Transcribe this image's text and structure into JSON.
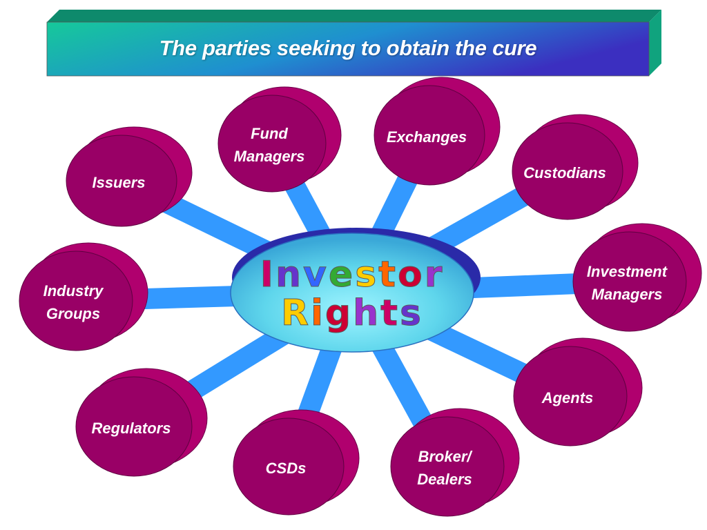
{
  "title": "The parties seeking to obtain the cure",
  "center": {
    "line1": "Investor",
    "line2": "Rights"
  },
  "nodes": [
    {
      "id": "fund-managers",
      "label": "Fund\nManagers"
    },
    {
      "id": "exchanges",
      "label": "Exchanges"
    },
    {
      "id": "issuers",
      "label": "Issuers"
    },
    {
      "id": "custodians",
      "label": "Custodians"
    },
    {
      "id": "industry-groups",
      "label": "Industry\nGroups"
    },
    {
      "id": "investment-managers",
      "label": "Investment\nManagers"
    },
    {
      "id": "agents",
      "label": "Agents"
    },
    {
      "id": "regulators",
      "label": "Regulators"
    },
    {
      "id": "csds",
      "label": "CSDs"
    },
    {
      "id": "broker-dealers",
      "label": "Broker/\nDealers"
    }
  ],
  "colors": {
    "node_fill": "#990066",
    "node_back": "#b0006e",
    "spoke": "#3399ff",
    "banner_left": "#16c99a",
    "banner_right": "#3b2fc0",
    "center_fill": "#6fe0f0",
    "center_rim": "#2a2aa8",
    "rainbow": [
      "#cc0066",
      "#6633cc",
      "#3366ff",
      "#33aa33",
      "#ffcc00",
      "#ff6600",
      "#cc0033",
      "#9933cc"
    ]
  }
}
